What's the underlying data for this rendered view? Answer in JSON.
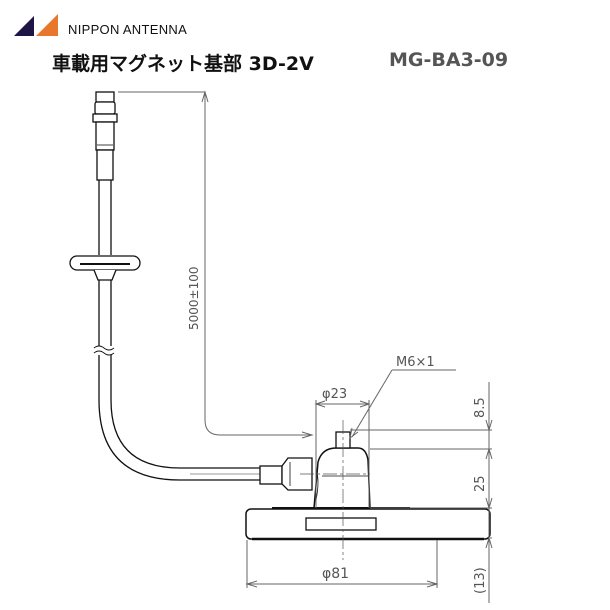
{
  "header": {
    "brand": "NIPPON ANTENNA",
    "logo_colors": {
      "left": "#1e1446",
      "right": "#e8762c"
    },
    "title": "車載用マグネット基部 3D-2V",
    "model": "MG-BA3-09"
  },
  "drawing": {
    "cable_length": "5000±100",
    "thread": "M6×1",
    "top_diameter": "φ23",
    "base_diameter": "φ81",
    "height_stud": "8.5",
    "height_body": "25",
    "height_base": "(13)"
  }
}
